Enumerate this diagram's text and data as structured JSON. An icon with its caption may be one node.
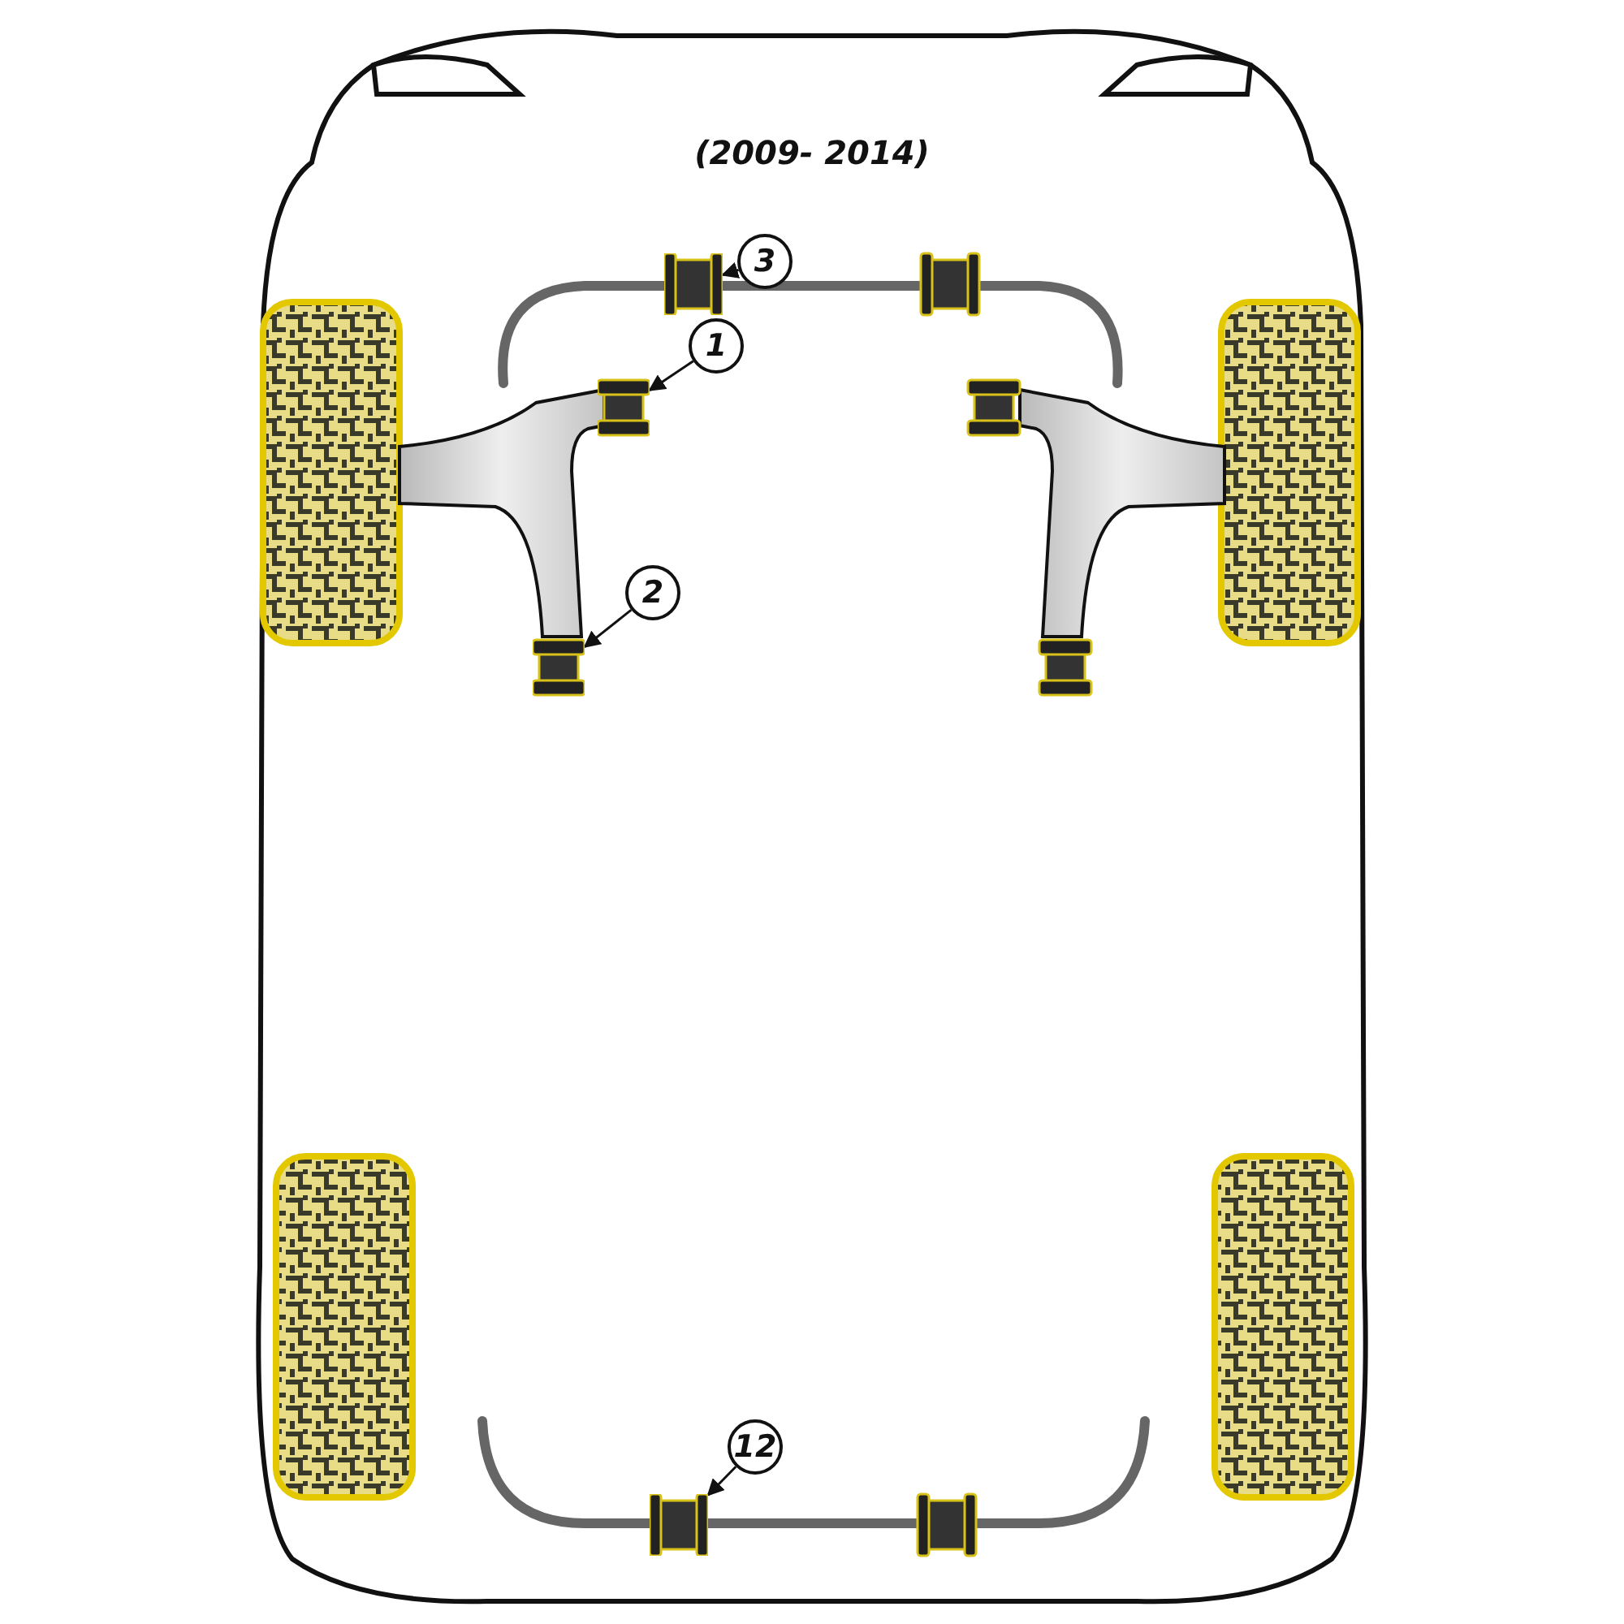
{
  "diagram": {
    "title": "(2009- 2014)",
    "nodes": [
      {
        "text": [
          "3"
        ]
      },
      {
        "text": [],
        "shape": "box"
      },
      {
        "text": [
          "1"
        ]
      },
      {
        "text": [],
        "shape": "box"
      },
      {
        "text": [
          "2"
        ]
      },
      {
        "text": [],
        "shape": "box"
      },
      {
        "text": [
          "12"
        ]
      },
      {
        "text": [],
        "shape": "box"
      }
    ],
    "edges": [
      {
        "from": 0,
        "to": 1,
        "arrow": "to"
      },
      {
        "from": 2,
        "to": 3,
        "arrow": "to"
      },
      {
        "from": 4,
        "to": 5,
        "arrow": "to"
      },
      {
        "from": 6,
        "to": 7,
        "arrow": "to"
      }
    ]
  }
}
